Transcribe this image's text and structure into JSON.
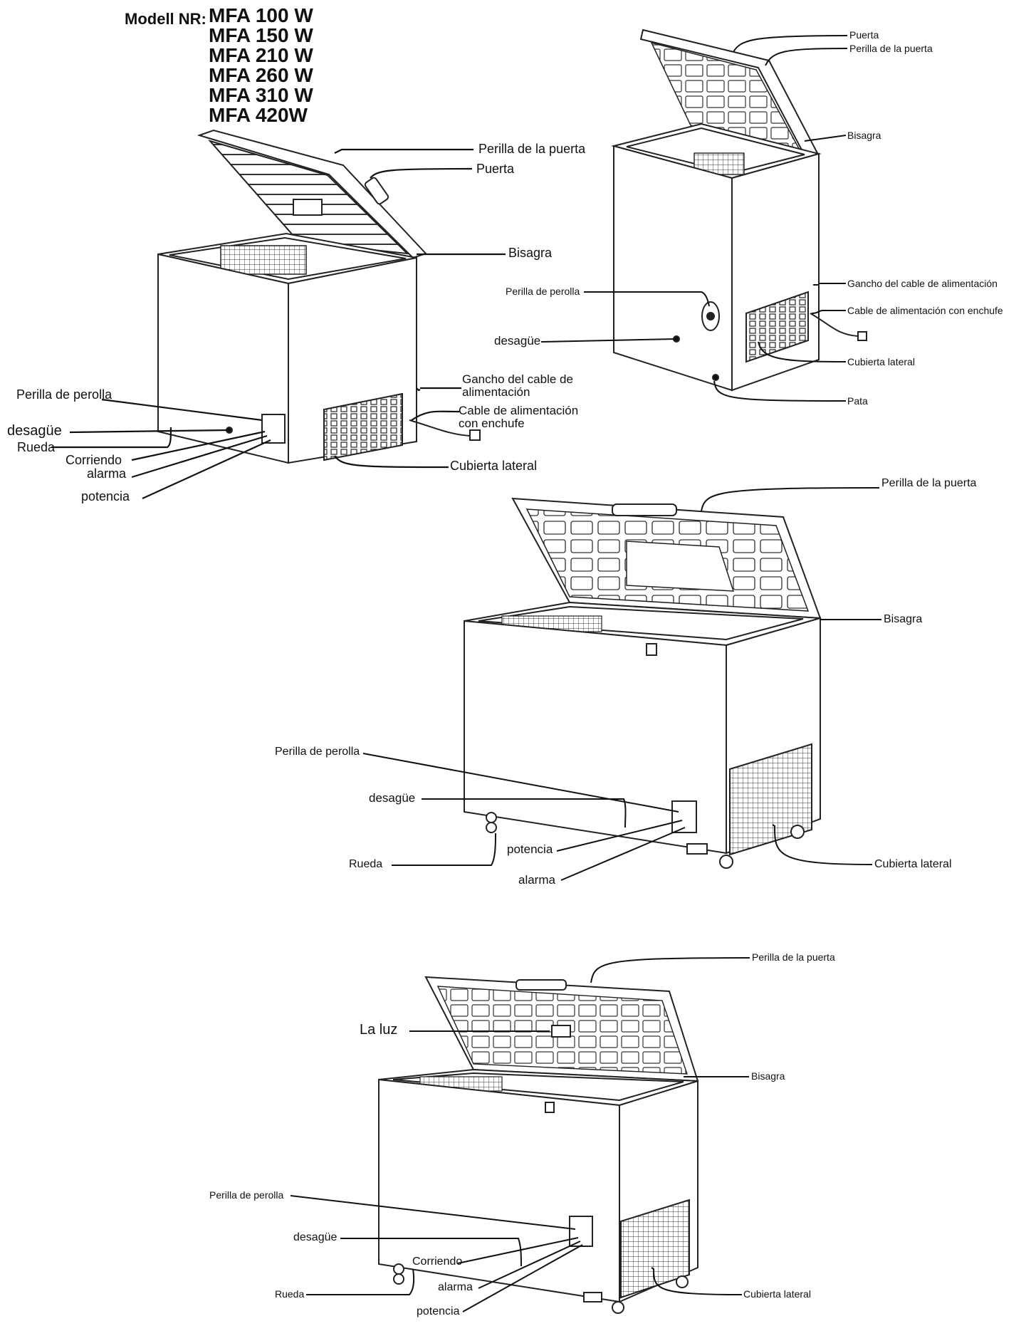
{
  "header": {
    "model_label": "Modell NR:",
    "models": [
      "MFA 100 W",
      "MFA 150 W",
      "MFA 210 W",
      "MFA 260 W",
      "MFA 310 W",
      "MFA 420W"
    ]
  },
  "diagrams": {
    "fig1": {
      "perilla_puerta": "Perilla de la puerta",
      "puerta": "Puerta",
      "bisagra": "Bisagra",
      "gancho": "Gancho del cable de alimentación",
      "cable": "Cable de alimentación con enchufe",
      "cubierta": "Cubierta lateral",
      "perilla_perolla": "Perilla de perolla",
      "desague": "desagüe",
      "rueda": "Rueda",
      "corriendo": "Corriendo",
      "alarma": "alarma",
      "potencia": "potencia"
    },
    "fig2": {
      "puerta": "Puerta",
      "perilla_puerta": "Perilla de la puerta",
      "bisagra": "Bisagra",
      "perilla_perolla": "Perilla de perolla",
      "desague": "desagüe",
      "gancho": "Gancho del cable de alimentación",
      "cable": "Cable de alimentación con enchufe",
      "cubierta": "Cubierta lateral",
      "pata": "Pata"
    },
    "fig3": {
      "perilla_puerta": "Perilla de la puerta",
      "bisagra": "Bisagra",
      "perilla_perolla": "Perilla de perolla",
      "desague": "desagüe",
      "potencia": "potencia",
      "rueda": "Rueda",
      "alarma": "alarma",
      "cubierta": "Cubierta lateral"
    },
    "fig4": {
      "perilla_puerta": "Perilla de la puerta",
      "luz": "La luz",
      "bisagra": "Bisagra",
      "perilla_perolla": "Perilla de perolla",
      "desague": "desagüe",
      "corriendo": "Corriendo",
      "alarma": "alarma",
      "rueda": "Rueda",
      "potencia": "potencia",
      "cubierta": "Cubierta lateral"
    }
  }
}
